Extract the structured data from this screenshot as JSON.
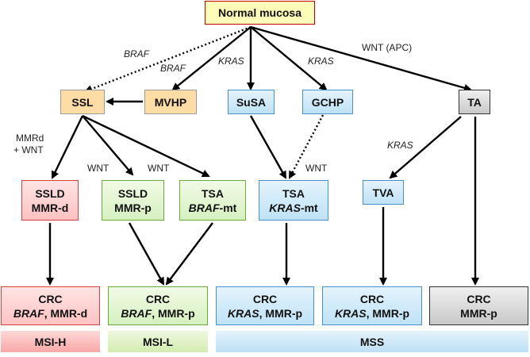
{
  "nodes": {
    "normal_mucosa": {
      "line1": "Normal mucosa"
    },
    "ssl": {
      "line1": "SSL"
    },
    "mvhp": {
      "line1": "MVHP"
    },
    "susa": {
      "line1": "SuSA"
    },
    "gchp": {
      "line1": "GCHP"
    },
    "ta": {
      "line1": "TA"
    },
    "ssld_mmrd": {
      "line1": "SSLD",
      "line2": "MMR-d"
    },
    "ssld_mmrp": {
      "line1": "SSLD",
      "line2": "MMR-p"
    },
    "tsa_braf": {
      "line1": "TSA",
      "line2_italic": "BRAF",
      "line2_rest": "-mt"
    },
    "tsa_kras": {
      "line1": "TSA",
      "line2_italic": "KRAS",
      "line2_rest": "-mt"
    },
    "tva": {
      "line1": "TVA"
    },
    "crc_braf_mmrd": {
      "line1": "CRC",
      "line2_italic": "BRAF",
      "line2_rest": ", MMR-d"
    },
    "crc_braf_mmrp": {
      "line1": "CRC",
      "line2_italic": "BRAF",
      "line2_rest": ", MMR-p"
    },
    "crc_kras_mmrp_1": {
      "line1": "CRC",
      "line2_italic": "KRAS",
      "line2_rest": ", MMR-p"
    },
    "crc_kras_mmrp_2": {
      "line1": "CRC",
      "line2_italic": "KRAS",
      "line2_rest": ", MMR-p"
    },
    "crc_mmrp": {
      "line1": "CRC",
      "line2": "MMR-p"
    }
  },
  "edge_labels": {
    "braf_ssl": "BRAF",
    "braf_mvhp": "BRAF",
    "kras_susa": "KRAS",
    "kras_gchp": "KRAS",
    "wnt_apc": "WNT (APC)",
    "mmrd_wnt_1": "MMRd",
    "mmrd_wnt_2": "+ WNT",
    "wnt_ssld": "WNT",
    "wnt_tsa": "WNT",
    "wnt_gchp": "WNT",
    "kras_tva": "KRAS"
  },
  "bars": {
    "msi_h": "MSI-H",
    "msi_l": "MSI-L",
    "mss": "MSS"
  },
  "colors": {
    "yellow": "#fffbb8",
    "orange": "#fddca6",
    "blue": "#bfe2f6",
    "red": "#ffc2c2",
    "green": "#d6f0c0",
    "gray": "#c8c8c8",
    "arrow": "#000000"
  }
}
